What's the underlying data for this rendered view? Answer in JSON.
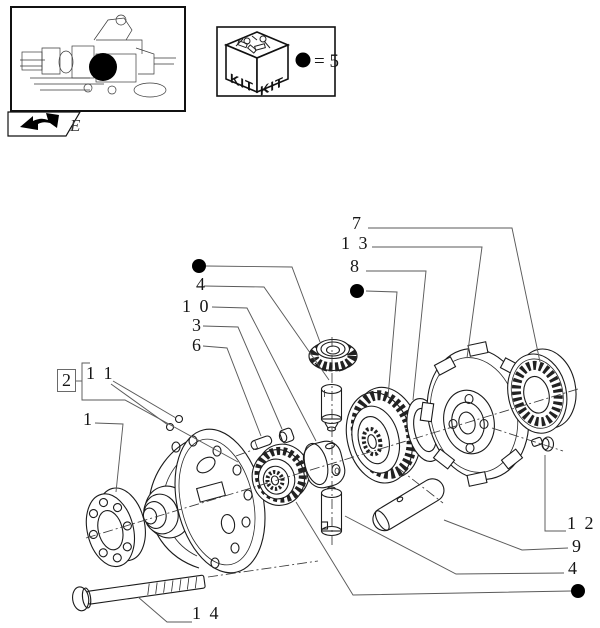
{
  "figure": {
    "highlight_marker": "●"
  },
  "nav": {
    "page_letter": "E"
  },
  "kit": {
    "face_left": "KIT",
    "face_right": "KIT",
    "equals": "= 5"
  },
  "callouts": {
    "c7": "7",
    "c13": "1 3",
    "c8": "8",
    "c4_top": "4",
    "c10": "1 0",
    "c3": "3",
    "c6": "6",
    "c2": "2",
    "c11": "1 1",
    "c1": "1",
    "c12": "1 2",
    "c9": "9",
    "c4_bottom": "4",
    "c14": "1 4"
  }
}
